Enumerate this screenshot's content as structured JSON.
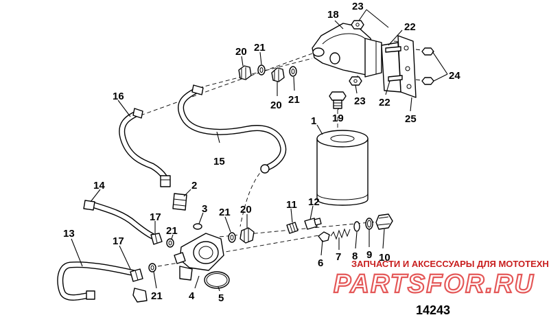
{
  "diagram": {
    "figure_number": "14243",
    "callouts": [
      {
        "id": "c-1",
        "text": "1"
      },
      {
        "id": "c-2",
        "text": "2"
      },
      {
        "id": "c-3",
        "text": "3"
      },
      {
        "id": "c-4",
        "text": "4"
      },
      {
        "id": "c-5",
        "text": "5"
      },
      {
        "id": "c-6",
        "text": "6"
      },
      {
        "id": "c-7",
        "text": "7"
      },
      {
        "id": "c-8",
        "text": "8"
      },
      {
        "id": "c-9",
        "text": "9"
      },
      {
        "id": "c-10",
        "text": "10"
      },
      {
        "id": "c-11",
        "text": "11"
      },
      {
        "id": "c-12",
        "text": "12"
      },
      {
        "id": "c-13",
        "text": "13"
      },
      {
        "id": "c-14",
        "text": "14"
      },
      {
        "id": "c-15",
        "text": "15"
      },
      {
        "id": "c-16",
        "text": "16"
      },
      {
        "id": "c-17a",
        "text": "17"
      },
      {
        "id": "c-17b",
        "text": "17"
      },
      {
        "id": "c-18",
        "text": "18"
      },
      {
        "id": "c-19",
        "text": "19"
      },
      {
        "id": "c-20a",
        "text": "20"
      },
      {
        "id": "c-20b",
        "text": "20"
      },
      {
        "id": "c-20c",
        "text": "20"
      },
      {
        "id": "c-21a",
        "text": "21"
      },
      {
        "id": "c-21b",
        "text": "21"
      },
      {
        "id": "c-21c",
        "text": "21"
      },
      {
        "id": "c-21d",
        "text": "21"
      },
      {
        "id": "c-21e",
        "text": "21"
      },
      {
        "id": "c-22a",
        "text": "22"
      },
      {
        "id": "c-22b",
        "text": "22"
      },
      {
        "id": "c-23a",
        "text": "23"
      },
      {
        "id": "c-23b",
        "text": "23"
      },
      {
        "id": "c-24",
        "text": "24"
      },
      {
        "id": "c-25",
        "text": "25"
      }
    ]
  },
  "watermark": {
    "tagline": "ЗАПЧАСТИ И АКСЕССУАРЫ ДЛЯ МОТОТЕХНИКИ",
    "logo_text": "PARTSFOR.RU",
    "color": "#e03a3a"
  }
}
